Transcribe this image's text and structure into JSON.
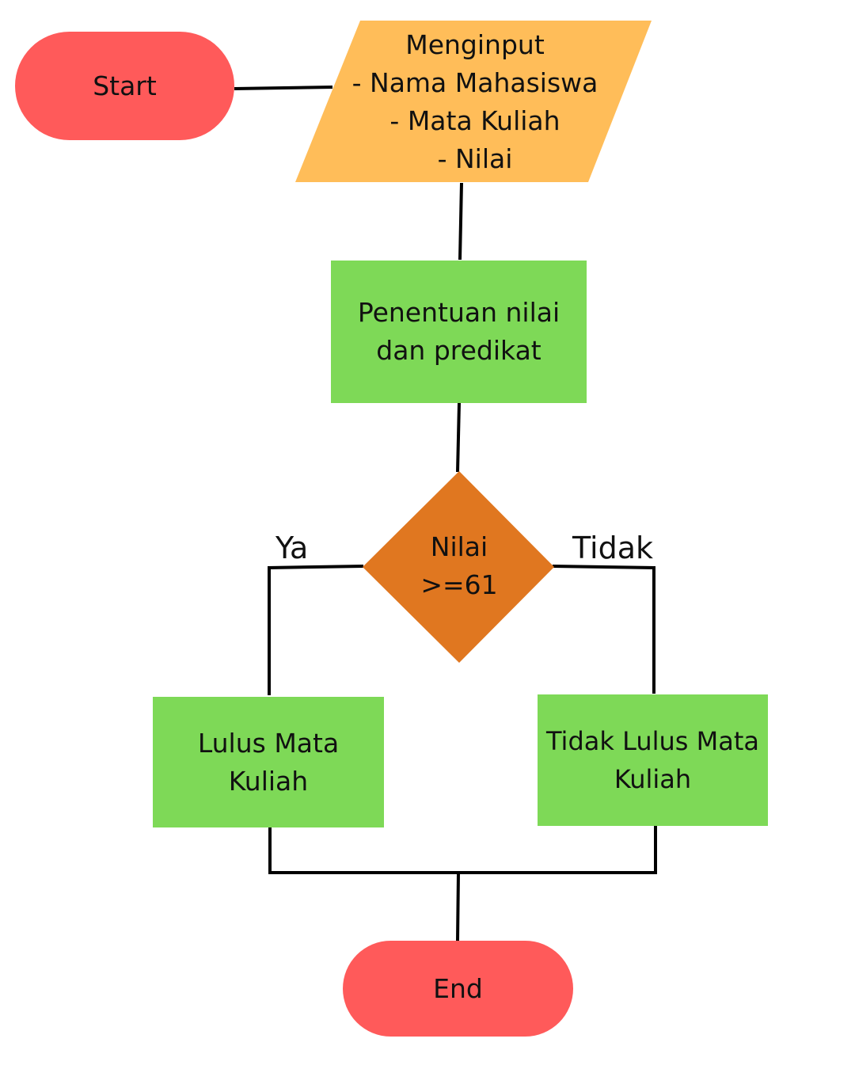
{
  "colors": {
    "terminal": "#ff5a5a",
    "io": "#ffbd59",
    "process": "#7ed957",
    "decision": "#e07720",
    "line": "#000000"
  },
  "start": {
    "label": "Start"
  },
  "input": {
    "lines": [
      "Menginput",
      "- Nama Mahasiswa",
      "- Mata Kuliah",
      "- Nilai"
    ]
  },
  "process": {
    "lines": [
      "Penentuan nilai",
      "dan predikat"
    ]
  },
  "decision": {
    "lines": [
      "Nilai",
      ">=61"
    ],
    "yes_label": "Ya",
    "no_label": "Tidak"
  },
  "pass": {
    "lines": [
      "Lulus Mata",
      "Kuliah"
    ]
  },
  "fail": {
    "lines": [
      "Tidak Lulus Mata",
      "Kuliah"
    ]
  },
  "end": {
    "label": "End"
  }
}
